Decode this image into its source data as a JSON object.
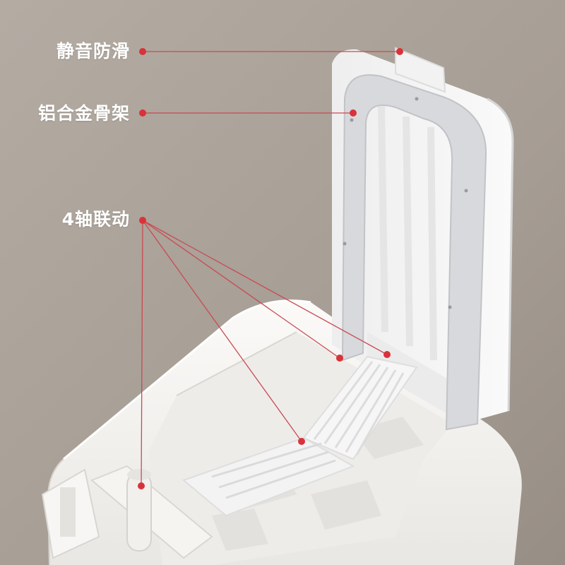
{
  "callouts": {
    "silent_antislip": "静音防滑",
    "alloy_frame": "铝合金骨架",
    "four_axis_linkage": "4轴联动"
  },
  "colors": {
    "background": "#a79e95",
    "product_white": "#f6f5f3",
    "frame_grey": "#d8d9dc",
    "marker_red": "#d9323a",
    "label_text": "#ffffff"
  }
}
